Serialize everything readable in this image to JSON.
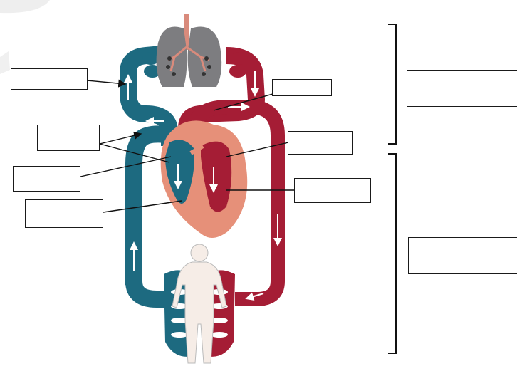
{
  "diagram": {
    "colors": {
      "deoxygenated": "#1d6a80",
      "oxygenated": "#a51d35",
      "heart_outer": "#e69079",
      "lungs": "#7d7d80",
      "body": "#f6ede7",
      "flow_arrow": "#ffffff",
      "label_line": "#111111"
    },
    "parts": [
      "lungs",
      "trachea",
      "heart",
      "pulmonary-circuit",
      "systemic-circuit",
      "human-body"
    ],
    "label_boxes": [
      {
        "id": "pulmonary-artery",
        "text": ""
      },
      {
        "id": "pulmonary-vein",
        "text": ""
      },
      {
        "id": "vena-cava",
        "text": ""
      },
      {
        "id": "left-atrium",
        "text": ""
      },
      {
        "id": "right-atrium",
        "text": ""
      },
      {
        "id": "left-ventricle",
        "text": ""
      },
      {
        "id": "right-ventricle",
        "text": ""
      },
      {
        "id": "pulmonary-circulation",
        "text": ""
      },
      {
        "id": "systemic-circulation",
        "text": ""
      }
    ]
  }
}
